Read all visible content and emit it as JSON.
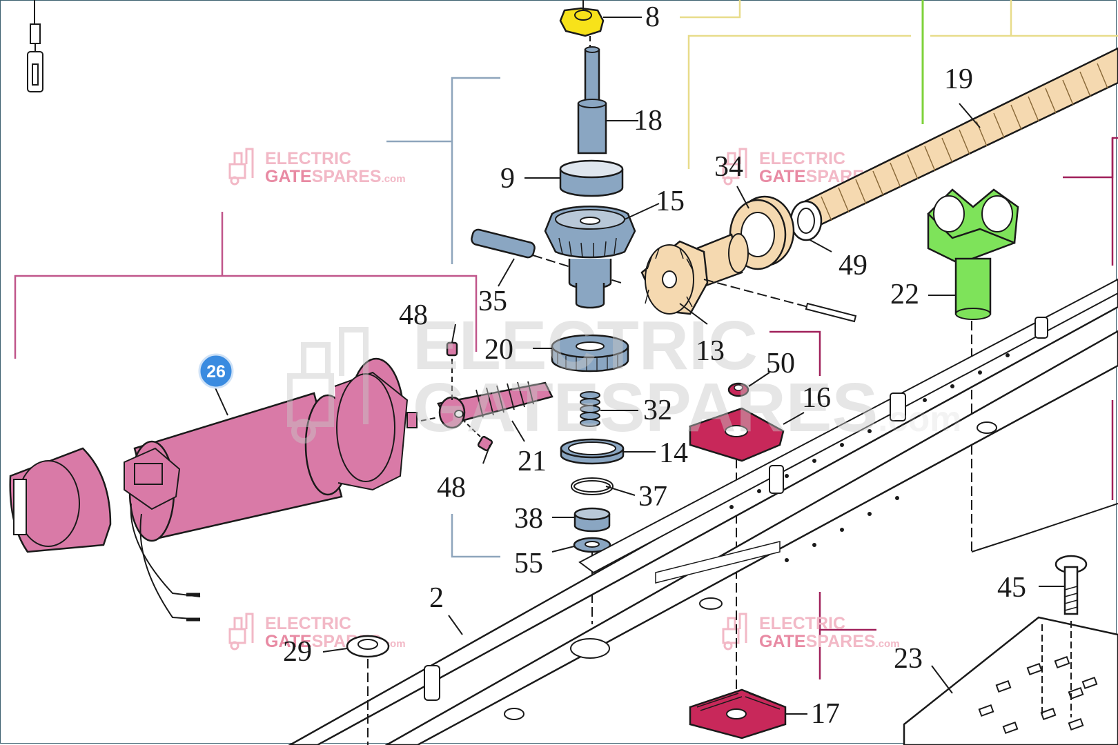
{
  "colors": {
    "motor": "#d97aa7",
    "gear_blue": "#8aa6c2",
    "screw": "#f5d9b0",
    "bracket": "#7ee35a",
    "nut_red": "#c8285a",
    "yellow_part": "#f7e21a",
    "badge": "#3a8be0",
    "line_blue": "#8ea5bc",
    "line_pink": "#c0558a",
    "line_yellow": "#e8dc8a",
    "line_green": "#7ed23a",
    "line_crimson": "#a0205a"
  },
  "badge": {
    "label": "26"
  },
  "watermarks": {
    "brand_line1": "ELECTRIC",
    "brand_line2_a": "GATE",
    "brand_line2_b": "SPARES",
    "brand_suffix": ".com",
    "center_line1": "ELECTRIC",
    "center_line2": "GATESPARES",
    "center_suffix": ".com"
  },
  "callouts": [
    {
      "id": "8",
      "label": "8"
    },
    {
      "id": "18",
      "label": "18"
    },
    {
      "id": "19",
      "label": "19"
    },
    {
      "id": "9",
      "label": "9"
    },
    {
      "id": "15",
      "label": "15"
    },
    {
      "id": "34",
      "label": "34"
    },
    {
      "id": "49",
      "label": "49"
    },
    {
      "id": "35",
      "label": "35"
    },
    {
      "id": "22",
      "label": "22"
    },
    {
      "id": "48a",
      "label": "48"
    },
    {
      "id": "20",
      "label": "20"
    },
    {
      "id": "13",
      "label": "13"
    },
    {
      "id": "50",
      "label": "50"
    },
    {
      "id": "16",
      "label": "16"
    },
    {
      "id": "32",
      "label": "32"
    },
    {
      "id": "21",
      "label": "21"
    },
    {
      "id": "14",
      "label": "14"
    },
    {
      "id": "48b",
      "label": "48"
    },
    {
      "id": "37",
      "label": "37"
    },
    {
      "id": "38",
      "label": "38"
    },
    {
      "id": "55",
      "label": "55"
    },
    {
      "id": "45",
      "label": "45"
    },
    {
      "id": "2",
      "label": "2"
    },
    {
      "id": "29",
      "label": "29"
    },
    {
      "id": "23",
      "label": "23"
    },
    {
      "id": "17",
      "label": "17"
    }
  ]
}
